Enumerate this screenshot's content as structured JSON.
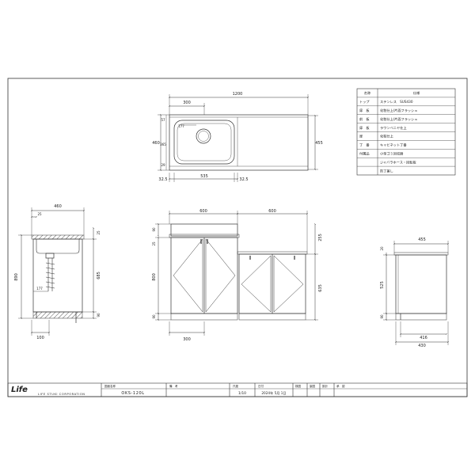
{
  "plan": {
    "width": "1200",
    "left_offset": "300",
    "depth_left": "460",
    "depth_right": "455",
    "sink_top_gap": "57",
    "sink_bottom_gap": "29",
    "sink_depth": "365",
    "drain_offset": "177",
    "sink_width": "535",
    "margin_left": "32.5",
    "margin_right": "32.5"
  },
  "side": {
    "depth_top": "460",
    "back_gap": "25",
    "backsplash": "25",
    "total_height": "890",
    "body_height": "685",
    "toe_height": "90",
    "trap_offset": "177",
    "trap_depth": "100"
  },
  "front": {
    "unit_left": "600",
    "unit_right": "600",
    "top_height": "90",
    "top_thickness": "25",
    "right_top": "255",
    "door_height": "800",
    "right_height": "635",
    "toe": "90",
    "drawer_offset": "300"
  },
  "small_side": {
    "depth": "455",
    "top": "20",
    "height": "525",
    "toe": "90",
    "inner": "416",
    "outer": "430"
  },
  "spec_table": {
    "header": [
      "名称",
      "仕様"
    ],
    "rows": [
      [
        "トップ",
        "ステンレス　SUS430"
      ],
      [
        "扉　板",
        "化粧仕上/片面フラッシュ"
      ],
      [
        "前　板",
        "化粧仕上/片面フラッシュ"
      ],
      [
        "扉　板",
        "ラワンベニヤ仕上"
      ],
      [
        "扉",
        "化粧仕上"
      ],
      [
        "丁　番",
        "キャビネット丁番"
      ],
      [
        "付属品",
        "小型ゴミ回収器"
      ],
      [
        "",
        "ジャバラホース・回転板"
      ],
      [
        "",
        "防丁兼し"
      ]
    ]
  },
  "title_block": {
    "logo": "Life",
    "company": "LIFE STUKI CORPORATION",
    "drawing_name_label": "図面名称",
    "drawing_name": "OKS-120L",
    "remarks_label": "備　考",
    "scale_label": "尺度",
    "scale": "1/10",
    "date_label": "日付",
    "date": "2024年 5月 1日",
    "designer_label": "検図",
    "checker_label": "製図",
    "approver_label": "設計",
    "approval_label": "承　認"
  }
}
